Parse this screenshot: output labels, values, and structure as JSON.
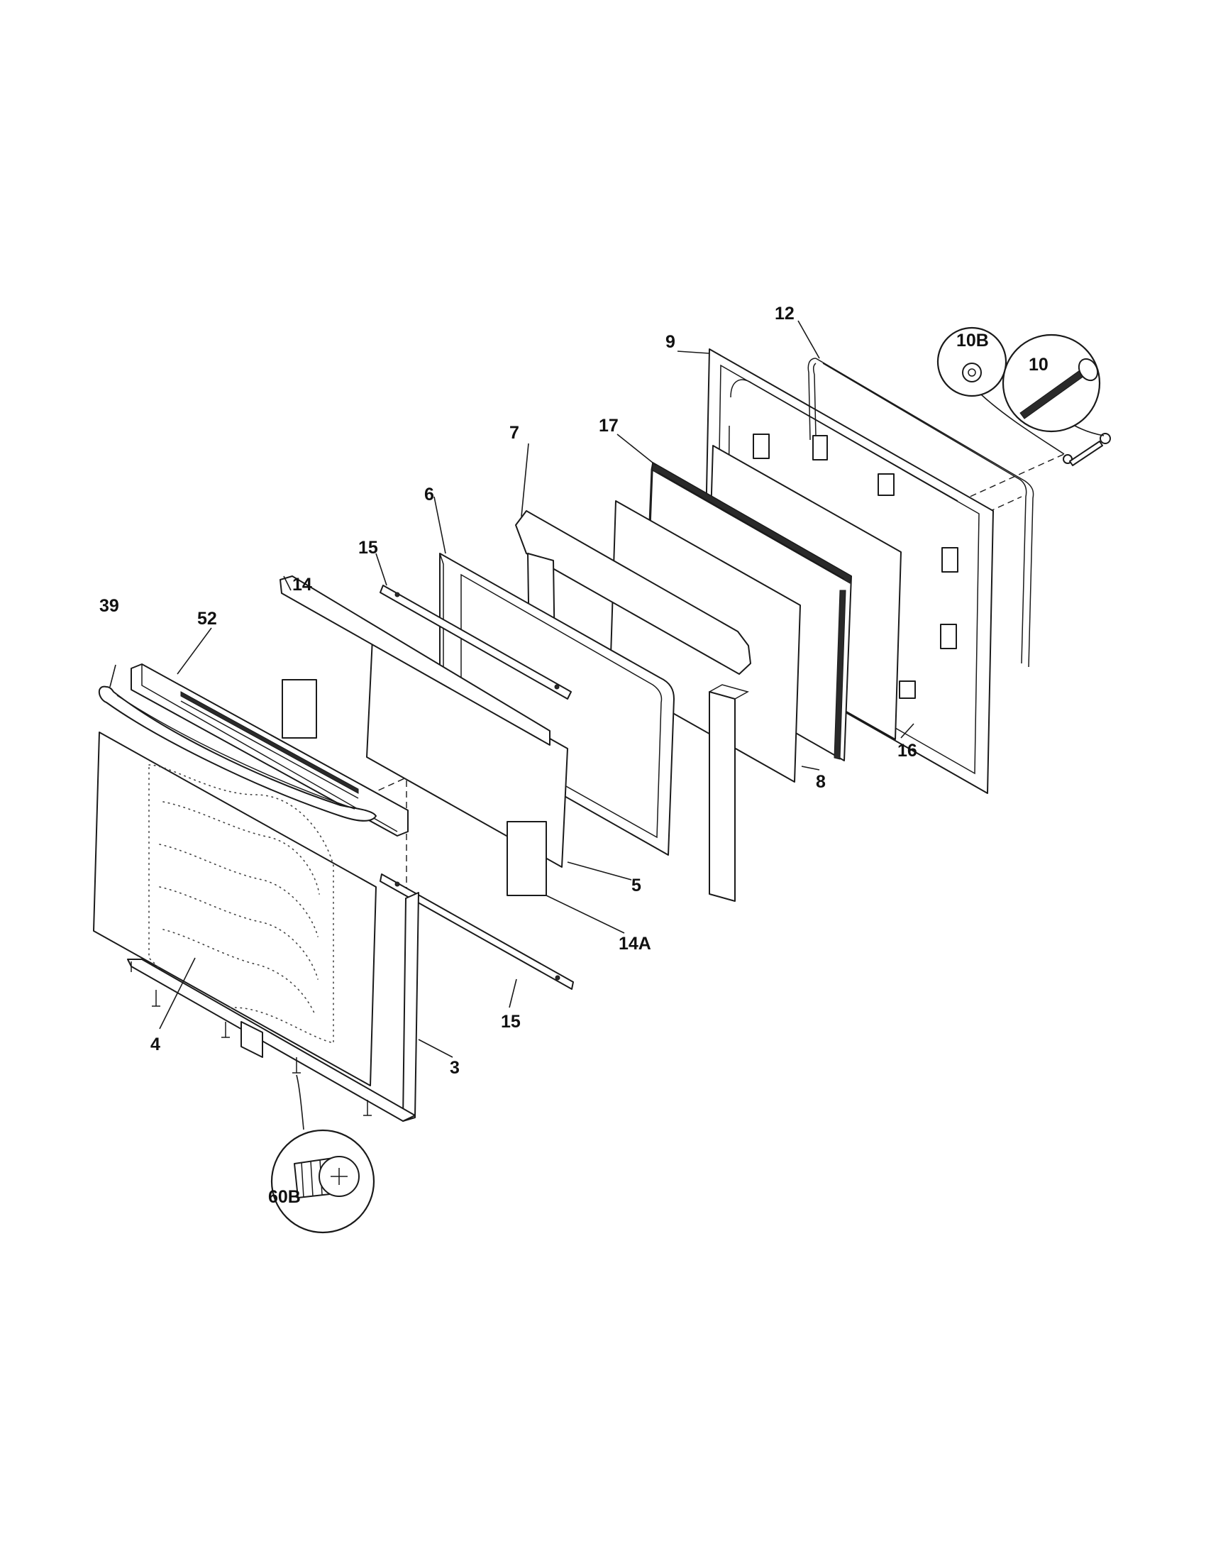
{
  "diagram": {
    "callouts": {
      "p3": "3",
      "p4": "4",
      "p5": "5",
      "p6": "6",
      "p7": "7",
      "p8": "8",
      "p9": "9",
      "p10": "10",
      "p10b": "10B",
      "p12": "12",
      "p14": "14",
      "p14a": "14A",
      "p15a": "15",
      "p15b": "15",
      "p16": "16",
      "p17": "17",
      "p39": "39",
      "p52": "52",
      "p60b": "60B"
    }
  }
}
